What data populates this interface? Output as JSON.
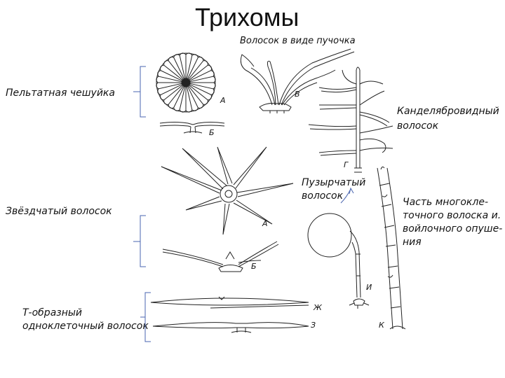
{
  "title": "Трихомы",
  "labels": {
    "tuft": "Волосок в виде пучочка",
    "peltate": "Пельтатная чешуйка",
    "candelabra_1": "Канделябровидный",
    "candelabra_2": "волосок",
    "stellate": "Звёздчатый волосок",
    "vesicular_1": "Пузырчатый",
    "vesicular_2": "волосок",
    "multicell_1": "Часть многокле-",
    "multicell_2": "точного волоска и.",
    "multicell_3": "войлочного опуше-",
    "multicell_4": "ния",
    "t_shaped_1": "Т-образный",
    "t_shaped_2": "одноклеточный волосок"
  },
  "letters": {
    "a1": "А",
    "b1": "Б",
    "v": "В",
    "g1": "Г",
    "a2": "А",
    "b2": "Б",
    "i": "И",
    "zh": "Ж",
    "z": "З",
    "k": "К"
  }
}
